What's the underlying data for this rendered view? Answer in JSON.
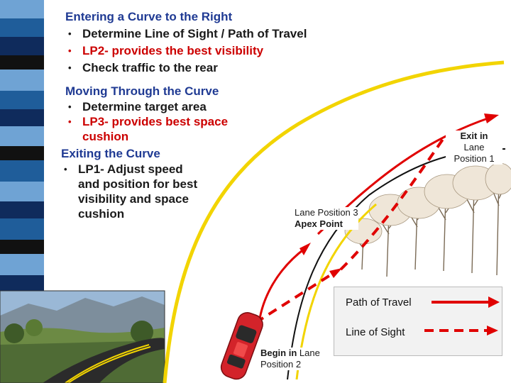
{
  "section1": {
    "heading": "Entering a Curve to the Right",
    "bullets": [
      "Determine Line of Sight / Path of Travel",
      "LP2- provides the best visibility",
      "Check traffic to the rear"
    ]
  },
  "section2": {
    "heading": "Moving Through the Curve",
    "bullets": [
      "Determine target area",
      "LP3- provides best space cushion"
    ]
  },
  "section3": {
    "heading": "Exiting the Curve",
    "bullets": [
      "LP1- Adjust speed and position for best visibility and space cushion"
    ]
  },
  "labels": {
    "exit_line1": "Exit in",
    "exit_line2": "Lane",
    "exit_line3": "Position 1",
    "apex_line1": "Lane Position 3",
    "apex_line2": "Apex Point",
    "begin_bold": "Begin in",
    "begin_rest": " Lane",
    "begin_line2": "Position 2"
  },
  "legend": {
    "path_of_travel": "Path of Travel",
    "line_of_sight": "Line of Sight"
  },
  "colors": {
    "stripe_dark": "#0f2b5c",
    "stripe_mid": "#1f5d9a",
    "stripe_light": "#6fa3d4",
    "stripe_black": "#111111",
    "road_yellow": "#f2d400",
    "arrow_red": "#e00000",
    "heading_blue": "#1f3a93",
    "bullet_red": "#cc0000"
  },
  "icons": {
    "car": "red-car-icon",
    "trees": "bare-trees-illustration",
    "photo": "road-curve-photo"
  }
}
